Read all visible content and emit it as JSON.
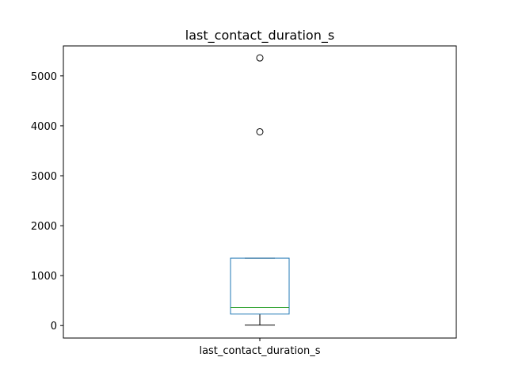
{
  "chart_data": {
    "type": "box",
    "title": "last_contact_duration_s",
    "categories": [
      "last_contact_duration_s"
    ],
    "xlabel": "",
    "ylabel": "",
    "ylim": [
      -250,
      5600
    ],
    "yticks": [
      0,
      1000,
      2000,
      3000,
      4000,
      5000
    ],
    "grid": false,
    "boxes": [
      {
        "name": "last_contact_duration_s",
        "whisker_low": 10,
        "q1": 230,
        "median": 360,
        "q3": 1350,
        "whisker_high": 1350,
        "outliers": [
          3880,
          5360
        ]
      }
    ],
    "colors": {
      "box": "#1f77b4",
      "median": "#2ca02c",
      "whisker": "#000000",
      "outlier": "#000000"
    }
  }
}
